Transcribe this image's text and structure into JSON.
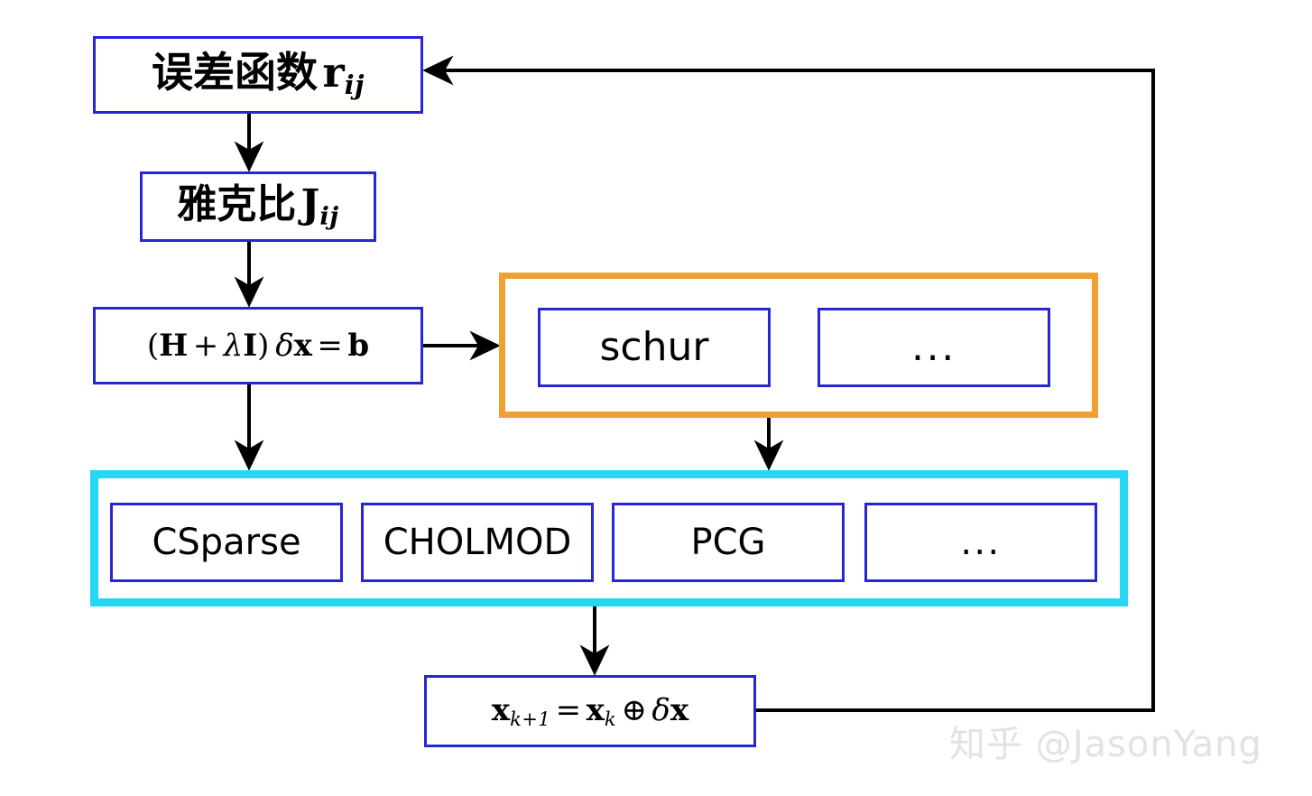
{
  "diagram": {
    "type": "flowchart",
    "title": "",
    "colors": {
      "node_border": "#2626d6",
      "schur_group_border": "#f0a030",
      "linear_solver_group_border": "#25d6f5",
      "arrow": "#000000",
      "background": "#ffffff",
      "watermark": "#e2e2e2"
    },
    "nodes": {
      "residual": {
        "label": "误差函数 r_ij",
        "text_cn": "误差函数",
        "symbol": "r",
        "subscript": "ij"
      },
      "jacobian": {
        "label": "雅克比 J_ij",
        "text_cn": "雅克比",
        "symbol": "J",
        "subscript": "ij"
      },
      "normal_equation": {
        "label": "(H + λI) δx = b",
        "parts": {
          "open": "(",
          "H": "H",
          "plus": "+",
          "lambda": "λ",
          "I": "I",
          "close": ")",
          "delta": "δ",
          "x": "x",
          "equals": "=",
          "b": "b"
        }
      },
      "update": {
        "label": "x_{k+1} = x_k ⊕ δx",
        "parts": {
          "x1": "x",
          "sub1": "k+1",
          "equals": "=",
          "x2": "x",
          "sub2": "k",
          "oplus": "⊕",
          "delta": "δ",
          "x3": "x"
        }
      },
      "schur": {
        "label": "schur"
      },
      "schur_more": {
        "label": "..."
      },
      "csparse": {
        "label": "CSparse"
      },
      "cholmod": {
        "label": "CHOLMOD"
      },
      "pcg": {
        "label": "PCG"
      },
      "linear_more": {
        "label": "..."
      }
    },
    "groups": {
      "schur_group": {
        "label": "",
        "members": [
          "schur",
          "schur_more"
        ]
      },
      "linear_solver_group": {
        "label": "",
        "members": [
          "csparse",
          "cholmod",
          "pcg",
          "linear_more"
        ]
      }
    },
    "edges": [
      {
        "from": "residual",
        "to": "jacobian",
        "kind": "arrow-down"
      },
      {
        "from": "jacobian",
        "to": "normal_equation",
        "kind": "arrow-down"
      },
      {
        "from": "normal_equation",
        "to": "schur_group",
        "kind": "arrow-right"
      },
      {
        "from": "normal_equation",
        "to": "linear_solver_group",
        "kind": "arrow-down"
      },
      {
        "from": "schur_group",
        "to": "linear_solver_group",
        "kind": "arrow-down"
      },
      {
        "from": "linear_solver_group",
        "to": "update",
        "kind": "arrow-down"
      },
      {
        "from": "update",
        "to": "residual",
        "kind": "feedback-loop-right"
      }
    ]
  },
  "watermark": {
    "text": "知乎 @JasonYang"
  }
}
